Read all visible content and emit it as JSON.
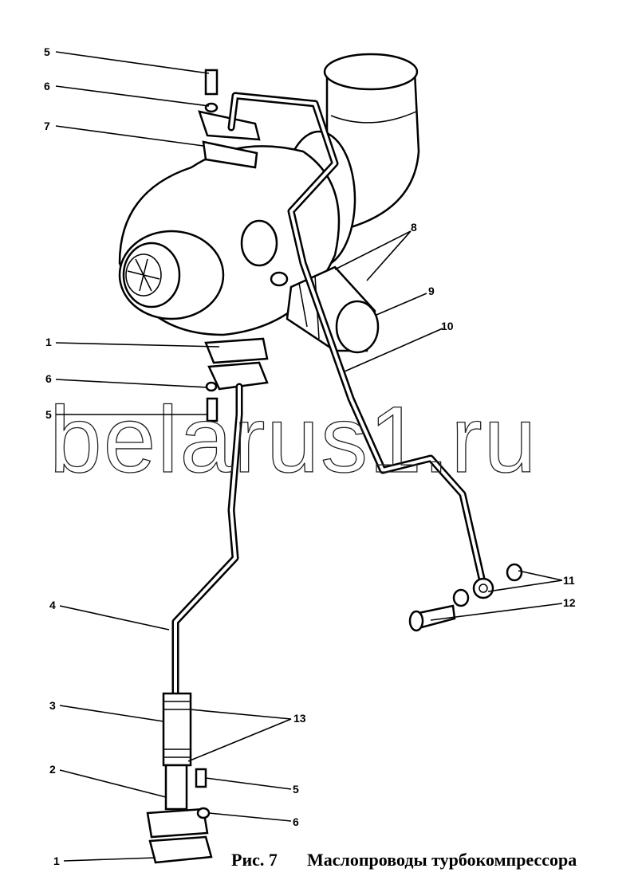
{
  "caption": {
    "fig": "Рис. 7",
    "title": "Маслопроводы турбокомпрессора"
  },
  "watermark": "belarus1.ru",
  "callouts": [
    "5",
    "6",
    "7",
    "8",
    "9",
    "10",
    "1",
    "6",
    "5",
    "4",
    "11",
    "12",
    "3",
    "13",
    "2",
    "5",
    "6",
    "1"
  ]
}
